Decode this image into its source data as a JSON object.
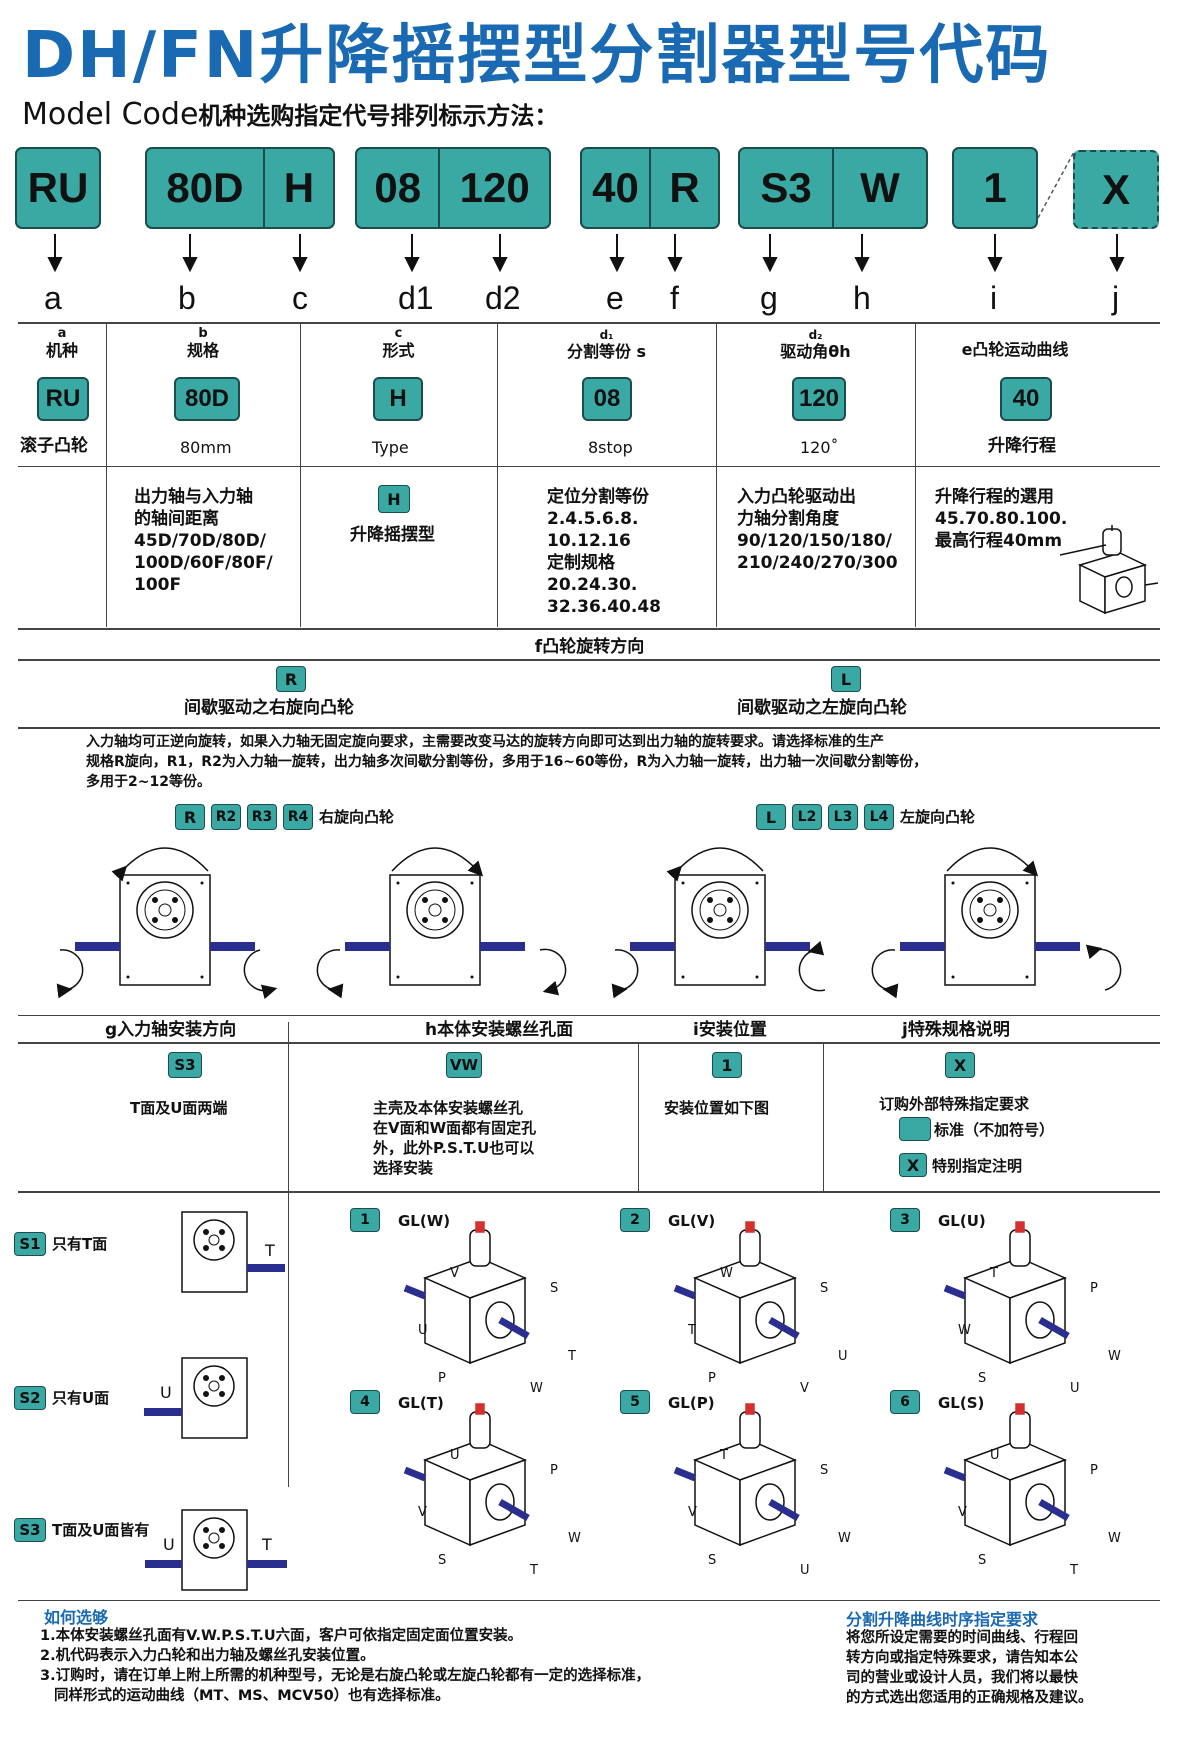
{
  "title": "DH/FN升降摇摆型分割器型号代码",
  "subtitle": {
    "en": "Model Code",
    "cn": "机种选购指定代号排列标示方法："
  },
  "code": {
    "boxes": [
      {
        "segs": [
          "RU"
        ]
      },
      {
        "segs": [
          "80D",
          "H"
        ]
      },
      {
        "segs": [
          "08",
          "120"
        ]
      },
      {
        "segs": [
          "40",
          "R"
        ]
      },
      {
        "segs": [
          "S3",
          "W"
        ]
      },
      {
        "segs": [
          "1"
        ]
      },
      {
        "segs": [
          "X"
        ]
      }
    ],
    "letters": [
      "a",
      "b",
      "c",
      "d1",
      "d2",
      "e",
      "f",
      "g",
      "h",
      "i",
      "j"
    ]
  },
  "table1": {
    "cols": [
      {
        "head1": "a",
        "head2": "机种",
        "code": "RU",
        "caption": "滚子凸轮"
      },
      {
        "head1": "b",
        "head2": "规格",
        "code": "80D",
        "caption": "80mm"
      },
      {
        "head1": "c",
        "head2": "形式",
        "code": "H",
        "caption": "Type"
      },
      {
        "head1": "d₁",
        "head2": "分割等份 s",
        "code": "08",
        "caption": "8stop"
      },
      {
        "head1": "d₂",
        "head2": "驱动角θh",
        "code": "120",
        "caption": "120˚"
      },
      {
        "head1": "",
        "head2": "e凸轮运动曲线",
        "code": "40",
        "caption": "升降行程"
      }
    ],
    "desc_b": [
      "出力轴与入力轴",
      "的轴间距离",
      "45D/70D/80D/",
      "100D/60F/80F/",
      "100F"
    ],
    "desc_c_tag": "H",
    "desc_c": "升降摇摆型",
    "desc_d1": [
      "定位分割等份",
      "2.4.5.6.8.",
      "10.12.16",
      "定制规格",
      "20.24.30.",
      "32.36.40.48"
    ],
    "desc_d2": [
      "入力凸轮驱动出",
      "力轴分割角度",
      "90/120/150/180/",
      "210/240/270/300"
    ],
    "desc_e": [
      "升降行程的選用",
      "45.70.80.100.",
      "最高行程40mm"
    ]
  },
  "rotation": {
    "title": "f凸轮旋转方向",
    "r_tag": "R",
    "r_label": "间歇驱动之右旋向凸轮",
    "l_tag": "L",
    "l_label": "间歇驱动之左旋向凸轮",
    "note": [
      "入力轴均可正逆向旋转，如果入力轴无固定旋向要求，主需要改变马达的旋转方向即可达到出力轴的旋转要求。请选择标准的生产",
      "规格R旋向，R1，R2为入力轴一旋转，出力轴多次间歇分割等份，多用于16~60等份，R为入力轴一旋转，出力轴一次间歇分割等份，",
      "多用于2~12等份。"
    ],
    "r_tags": [
      "R",
      "R2",
      "R3",
      "R4"
    ],
    "r_tags_label": "右旋向凸轮",
    "l_tags": [
      "L",
      "L2",
      "L3",
      "L4"
    ],
    "l_tags_label": "左旋向凸轮"
  },
  "table2": {
    "g_title": "g入力轴安装方向",
    "h_title": "h本体安装螺丝孔面",
    "i_title": "i安装位置",
    "j_title": "j特殊规格说明",
    "g_tag": "S3",
    "g_text": "T面及U面两端",
    "h_tag": "VW",
    "h_text": [
      "主壳及本体安装螺丝孔",
      "在V面和W面都有固定孔",
      "外，此外P.S.T.U也可以",
      "选择安装"
    ],
    "i_tag": "1",
    "i_text": "安装位置如下图",
    "j_tag": "X",
    "j_text": "订购外部特殊指定要求",
    "j_std": "标准（不加符号）",
    "j_x_tag": "X",
    "j_x": "特别指定注明"
  },
  "shaft": {
    "items": [
      {
        "tag": "S1",
        "label": "只有T面",
        "side_labels": [
          "T"
        ]
      },
      {
        "tag": "S2",
        "label": "只有U面",
        "side_labels": [
          "U"
        ]
      },
      {
        "tag": "S3",
        "label": "T面及U面皆有",
        "side_labels": [
          "U",
          "T"
        ]
      }
    ]
  },
  "positions": [
    {
      "num": "1",
      "label": "GL(W)",
      "faces": [
        "V",
        "S",
        "U",
        "T",
        "P",
        "W"
      ]
    },
    {
      "num": "2",
      "label": "GL(V)",
      "faces": [
        "W",
        "S",
        "T",
        "U",
        "P",
        "V"
      ]
    },
    {
      "num": "3",
      "label": "GL(U)",
      "faces": [
        "T",
        "P",
        "W",
        "W",
        "S",
        "U"
      ]
    },
    {
      "num": "4",
      "label": "GL(T)",
      "faces": [
        "U",
        "P",
        "V",
        "W",
        "S",
        "T"
      ]
    },
    {
      "num": "5",
      "label": "GL(P)",
      "faces": [
        "T",
        "S",
        "V",
        "W",
        "S",
        "U"
      ]
    },
    {
      "num": "6",
      "label": "GL(S)",
      "faces": [
        "U",
        "P",
        "V",
        "W",
        "S",
        "T"
      ]
    }
  ],
  "howto": {
    "title": "如何选够",
    "lines": [
      "1.本体安装螺丝孔面有V.W.P.S.T.U六面，客户可依指定固定面位置安装。",
      "2.机代码表示入力凸轮和出力轴及螺丝孔安装位置。",
      "3.订购时，请在订单上附上所需的机种型号，无论是右旋凸轮或左旋凸轮都有一定的选择标准，",
      "同样形式的运动曲线（MT、MS、MCV50）也有选择标准。"
    ]
  },
  "curve": {
    "title": "分割升降曲线时序指定要求",
    "lines": [
      "将您所设定需要的时间曲线、行程回",
      "转方向或指定特殊要求，请告知本公",
      "司的营业或设计人员，我们将以最快",
      "的方式选出您适用的正确规格及建议。"
    ]
  },
  "colors": {
    "accent": "#3aa8a3",
    "title_blue": "#1a69b3",
    "shaft_blue": "#2a2f8f"
  }
}
